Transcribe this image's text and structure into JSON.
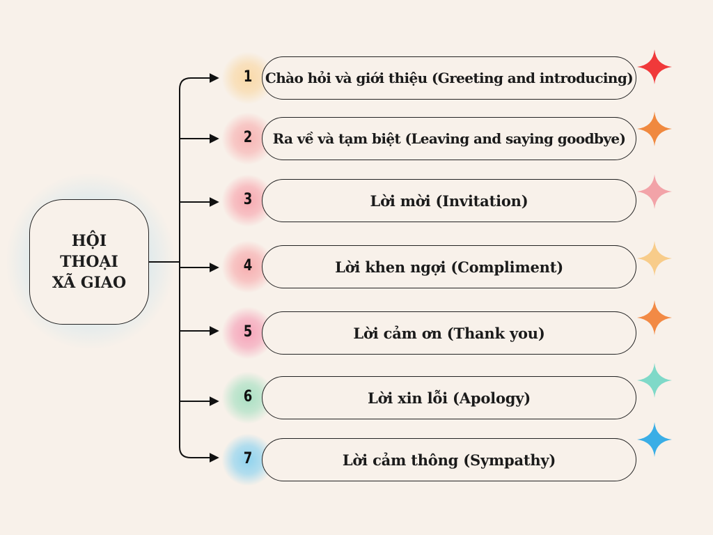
{
  "root": {
    "title": "HỘI THOẠI XÃ GIAO"
  },
  "items": [
    {
      "number": "1",
      "label": "Chào hỏi và giới thiệu (Greeting and introducing)",
      "glow_color": "#f9d9a8",
      "star_color": "#f0393a"
    },
    {
      "number": "2",
      "label": "Ra về và tạm biệt (Leaving and saying goodbye)",
      "glow_color": "#f7b4b4",
      "star_color": "#f0893f"
    },
    {
      "number": "3",
      "label": "Lời mời (Invitation)",
      "glow_color": "#f7a8b0",
      "star_color": "#f2a3a8"
    },
    {
      "number": "4",
      "label": "Lời khen ngợi (Compliment)",
      "glow_color": "#f7aeb0",
      "star_color": "#f8cc8a"
    },
    {
      "number": "5",
      "label": "Lời cảm ơn (Thank you)",
      "glow_color": "#f5a3b9",
      "star_color": "#f28a45"
    },
    {
      "number": "6",
      "label": "Lời xin lỗi (Apology)",
      "glow_color": "#a9e0c3",
      "star_color": "#7fd9c8"
    },
    {
      "number": "7",
      "label": "Lời cảm thông (Sympathy)",
      "glow_color": "#8fd3ef",
      "star_color": "#3aaee6"
    }
  ]
}
